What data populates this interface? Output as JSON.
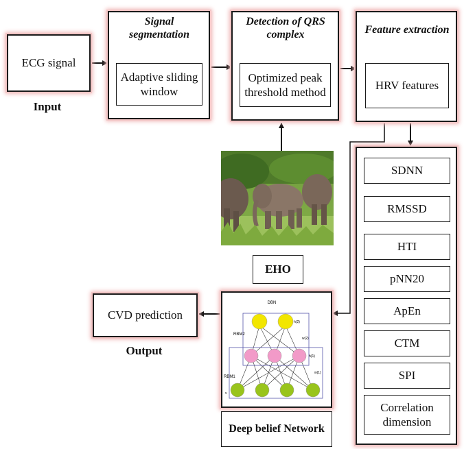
{
  "input": {
    "box_label": "ECG signal",
    "caption": "Input"
  },
  "segmentation": {
    "heading": "Signal segmentation",
    "inner_label": "Adaptive sliding window"
  },
  "qrs": {
    "heading": "Detection of QRS complex",
    "inner_label": "Optimized peak threshold method"
  },
  "feature": {
    "heading": "Feature extraction",
    "inner_label": "HRV features"
  },
  "eho": {
    "label": "EHO"
  },
  "features_list": [
    "SDNN",
    "RMSSD",
    "HTI",
    "pNN20",
    "ApEn",
    "CTM",
    "SPI",
    "Correlation dimension"
  ],
  "dbn": {
    "title": "DBN",
    "rbm_top": "RBM2",
    "rbm_bottom": "RBM1",
    "caption": "Deep belief Network",
    "h2": "h(2)",
    "h1": "h(1)",
    "w2": "w(2)",
    "w1": "w(1)",
    "v": "v",
    "node_colors": {
      "top": "#f2e600",
      "middle": "#f29ac8",
      "bottom": "#99c41c"
    }
  },
  "output": {
    "box_label": "CVD prediction",
    "caption": "Output"
  }
}
